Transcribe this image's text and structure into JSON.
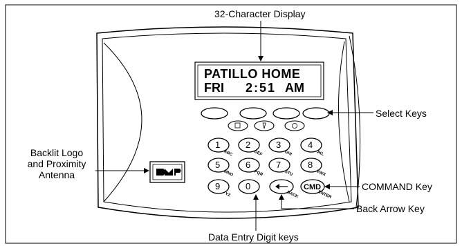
{
  "display": {
    "line1": "PATILLO HOME",
    "line2_day": "FRI",
    "line2_time": "2:51",
    "line2_ampm": "AM"
  },
  "callouts": {
    "display_label": "32-Character Display",
    "select_keys": "Select Keys",
    "logo_line1": "Backlit Logo",
    "logo_line2": "and Proximity",
    "logo_line3": "Antenna",
    "command_key": "COMMAND Key",
    "back_arrow_key": "Back Arrow Key",
    "digit_keys": "Data Entry Digit keys"
  },
  "keys": [
    {
      "digit": "1",
      "letters": "ABC"
    },
    {
      "digit": "2",
      "letters": "DEF"
    },
    {
      "digit": "3",
      "letters": "GHI"
    },
    {
      "digit": "4",
      "letters": "JKL"
    },
    {
      "digit": "5",
      "letters": "MNO"
    },
    {
      "digit": "6",
      "letters": "PQR"
    },
    {
      "digit": "7",
      "letters": "STU"
    },
    {
      "digit": "8",
      "letters": "VWX"
    },
    {
      "digit": "9",
      "letters": "YZ"
    },
    {
      "digit": "0",
      "letters": ""
    },
    {
      "digit": "",
      "letters": "BACK"
    },
    {
      "digit": "CMD",
      "letters": "ENTER"
    }
  ],
  "logo_text": "DMP"
}
